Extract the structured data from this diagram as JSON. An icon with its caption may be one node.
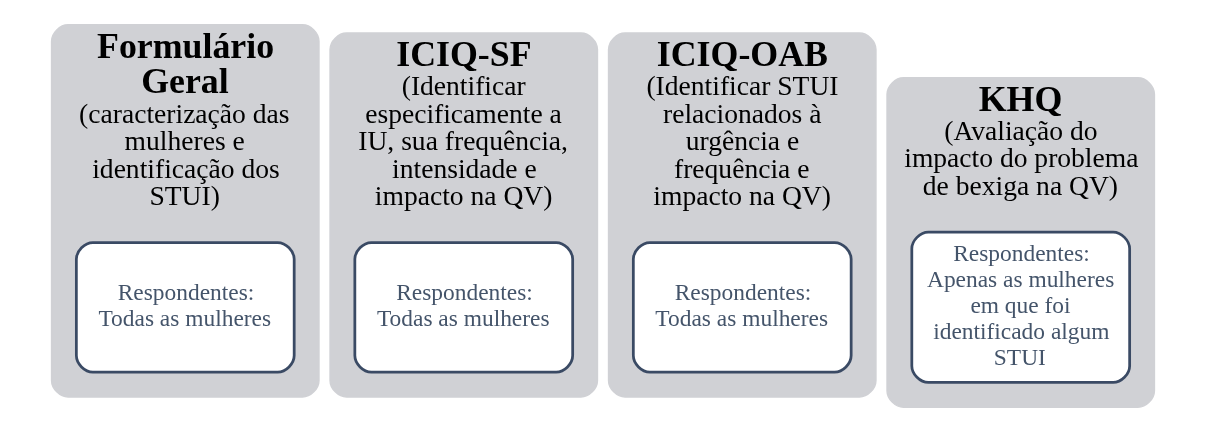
{
  "diagram": {
    "nodes": [
      {
        "text": [
          "Formulário Geral",
          "(caracterização das mulheres e identificação dos STUI)"
        ]
      },
      {
        "text": [
          "Respondentes: Todas as mulheres"
        ],
        "in": 0
      },
      {
        "text": [
          "ICIQ-SF",
          "(Identificar especificamente a IU, sua frequência, intensidade e impacto na QV)"
        ]
      },
      {
        "text": [
          "Respondentes: Todas as mulheres"
        ],
        "in": 2
      },
      {
        "text": [
          "ICIQ-OAB",
          "(Identificar STUI relacionados à urgência e frequência e impacto na QV)"
        ]
      },
      {
        "text": [
          "Respondentes: Todas as mulheres"
        ],
        "in": 4
      },
      {
        "text": [
          "KHQ",
          "(Avaliação do impacto do problema de bexiga na QV)"
        ]
      },
      {
        "text": [
          "Respondentes: Apenas as mulheres em que foi identificado algum STUI"
        ],
        "in": 6
      }
    ]
  }
}
